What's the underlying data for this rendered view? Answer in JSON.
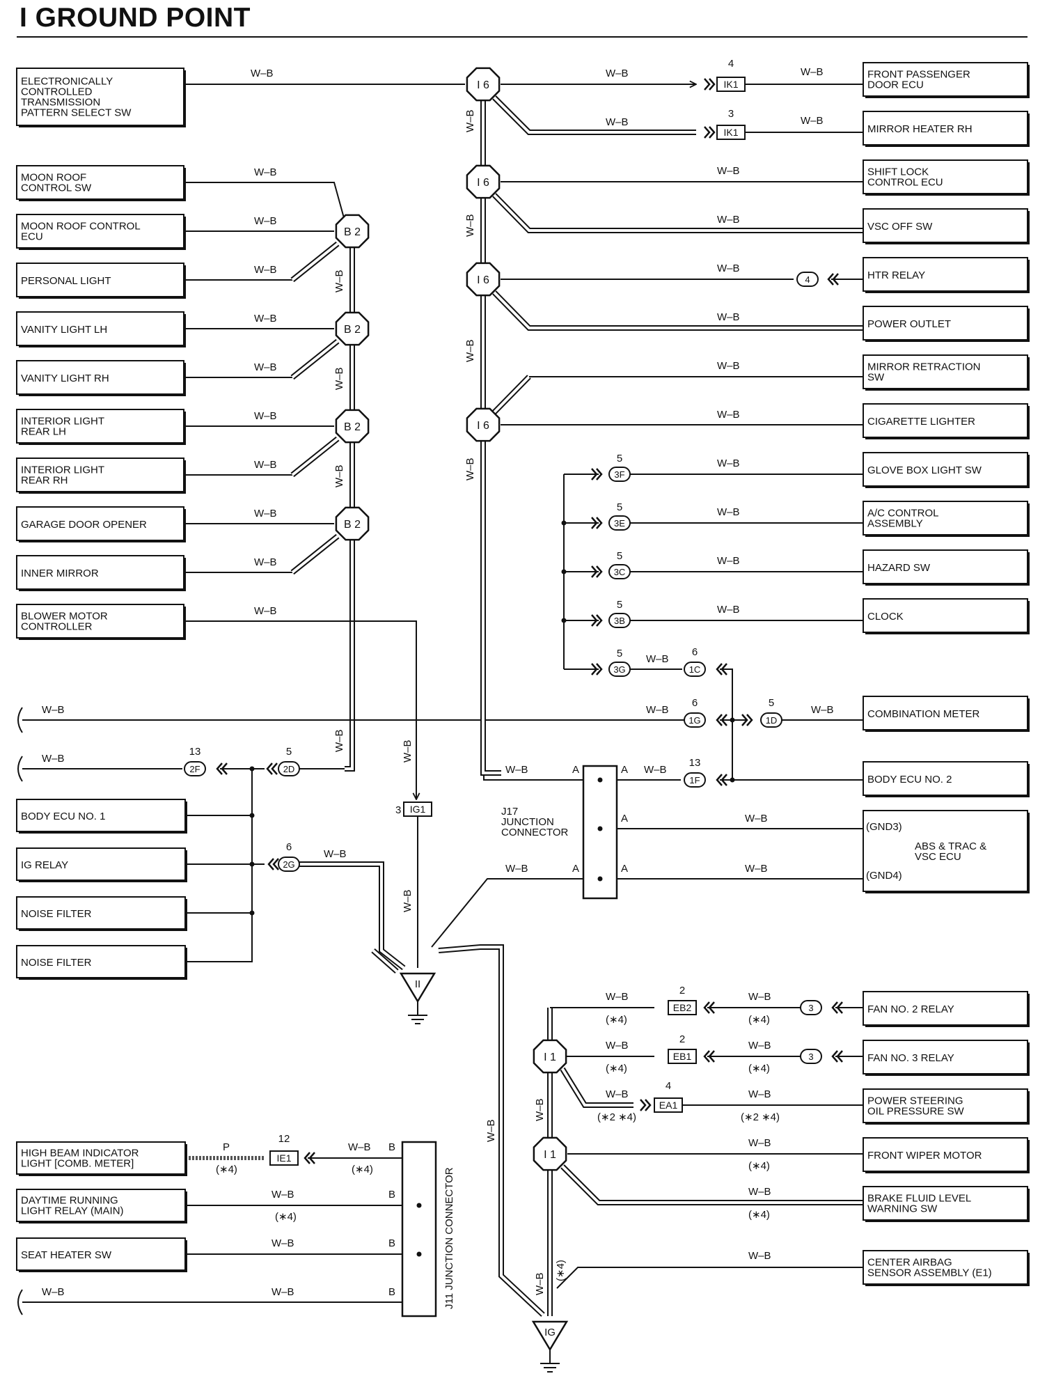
{
  "title": "I  GROUND POINT",
  "wire": "W–B",
  "wire_p": "P",
  "note4": "(∗4)",
  "note24": "(∗2 ∗4)",
  "points": {
    "ii": "II",
    "ig": "IG"
  },
  "junctions": {
    "j17_label": [
      "J17",
      "JUNCTION",
      "CONNECTOR"
    ],
    "j11_label": "J11 JUNCTION CONNECTOR",
    "pin_a": "A",
    "pin_b": "B"
  },
  "splices": {
    "i6": "I 6",
    "b2": "B 2",
    "i1": "I 1"
  },
  "connectors": {
    "ik1": {
      "name": "IK1",
      "pin_upper": "4",
      "pin_lower": "3"
    },
    "ig1": {
      "name": "IG1",
      "pin": "3"
    },
    "ie1": {
      "name": "IE1",
      "pin": "12"
    },
    "eb2": {
      "name": "EB2",
      "pin": "2"
    },
    "eb1": {
      "name": "EB1",
      "pin": "2"
    },
    "ea1": {
      "name": "EA1",
      "pin": "4"
    },
    "3f": {
      "name": "3F",
      "pin": "5"
    },
    "3e": {
      "name": "3E",
      "pin": "5"
    },
    "3c": {
      "name": "3C",
      "pin": "5"
    },
    "3b": {
      "name": "3B",
      "pin": "5"
    },
    "3g": {
      "name": "3G",
      "pin": "5"
    },
    "1c": {
      "name": "1C",
      "pin": "6"
    },
    "1g": {
      "name": "1G",
      "pin": "6"
    },
    "1d": {
      "name": "1D",
      "pin": "5"
    },
    "1f": {
      "name": "1F",
      "pin": "13"
    },
    "2f": {
      "name": "2F",
      "pin": "13"
    },
    "2d": {
      "name": "2D",
      "pin": "5"
    },
    "2g": {
      "name": "2G",
      "pin": "6"
    },
    "htr": {
      "name": "4"
    },
    "fan2": {
      "name": "3"
    },
    "fan3": {
      "name": "3"
    }
  },
  "left": {
    "ect": [
      "ELECTRONICALLY",
      "CONTROLLED",
      "TRANSMISSION",
      "PATTERN SELECT SW"
    ],
    "moon_sw": [
      "MOON ROOF",
      "CONTROL SW"
    ],
    "moon_ecu": [
      "MOON ROOF CONTROL",
      "ECU"
    ],
    "personal": "PERSONAL LIGHT",
    "vanity_lh": "VANITY LIGHT LH",
    "vanity_rh": "VANITY LIGHT RH",
    "int_lh": [
      "INTERIOR LIGHT",
      "REAR LH"
    ],
    "int_rh": [
      "INTERIOR LIGHT",
      "REAR RH"
    ],
    "garage": "GARAGE DOOR OPENER",
    "mirror": "INNER MIRROR",
    "blower": [
      "BLOWER MOTOR",
      "CONTROLLER"
    ],
    "body1": "BODY ECU NO. 1",
    "ig_relay": "IG RELAY",
    "noise1": "NOISE FILTER",
    "noise2": "NOISE FILTER",
    "high_beam": [
      "HIGH BEAM INDICATOR",
      "LIGHT [COMB.  METER]"
    ],
    "drl": [
      "DAYTIME RUNNING",
      "LIGHT RELAY (MAIN)"
    ],
    "seat": "SEAT HEATER SW"
  },
  "right": {
    "front_pass": [
      "FRONT PASSENGER",
      "DOOR ECU"
    ],
    "mirror_htr": "MIRROR HEATER RH",
    "shift_lock": [
      "SHIFT LOCK",
      "CONTROL ECU"
    ],
    "vsc_off": "VSC OFF SW",
    "htr_relay": "HTR RELAY",
    "power_outlet": "POWER OUTLET",
    "mirror_retr": [
      "MIRROR RETRACTION",
      "SW"
    ],
    "cig": "CIGARETTE LIGHTER",
    "glove": "GLOVE BOX LIGHT SW",
    "ac": [
      "A/C CONTROL",
      "ASSEMBLY"
    ],
    "hazard": "HAZARD SW",
    "clock": "CLOCK",
    "comb_meter": "COMBINATION METER",
    "body2": "BODY ECU NO. 2",
    "abs": [
      "ABS & TRAC &",
      "VSC ECU"
    ],
    "gnd3": "(GND3)",
    "gnd4": "(GND4)",
    "fan2": "FAN NO. 2 RELAY",
    "fan3": "FAN NO. 3 RELAY",
    "ps": [
      "POWER STEERING",
      "OIL PRESSURE SW"
    ],
    "wiper": "FRONT WIPER MOTOR",
    "brake": [
      "BRAKE FLUID LEVEL",
      "WARNING SW"
    ],
    "airbag": [
      "CENTER AIRBAG",
      "SENSOR ASSEMBLY (E1)"
    ]
  }
}
